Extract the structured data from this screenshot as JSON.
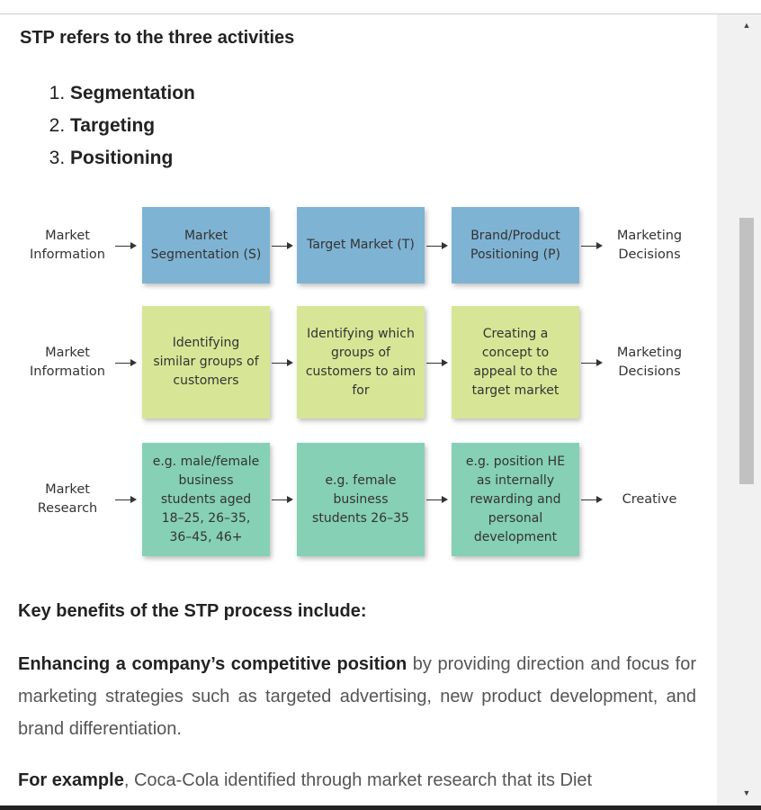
{
  "heading": "STP refers to the three activities",
  "list": [
    "Segmentation",
    "Targeting",
    "Positioning"
  ],
  "diagram": {
    "rows": [
      {
        "left": "Market Information",
        "boxes": [
          "Market Segmentation (S)",
          "Target Market (T)",
          "Brand/Product Positioning (P)"
        ],
        "right": "Marketing Decisions"
      },
      {
        "left": "Market Information",
        "boxes": [
          "Identifying similar groups of customers",
          "Identifying which groups of customers to aim for",
          "Creating a concept to appeal to the target market"
        ],
        "right": "Marketing Decisions"
      },
      {
        "left": "Market Research",
        "boxes": [
          "e.g. male/female business students aged 18–25, 26–35, 36–45, 46+",
          "e.g. female business students 26–35",
          "e.g. position HE as internally rewarding and personal development"
        ],
        "right": "Creative"
      }
    ]
  },
  "benefits_heading": "Key benefits of the STP process include:",
  "para1_bold": "Enhancing a company’s competitive position",
  "para1_rest": " by providing direction and focus for marketing strategies such as targeted advertising, new product development, and brand differentiation.",
  "para2_bold": "For example",
  "para2_rest": ", Coca-Cola identified through market research that its Diet"
}
